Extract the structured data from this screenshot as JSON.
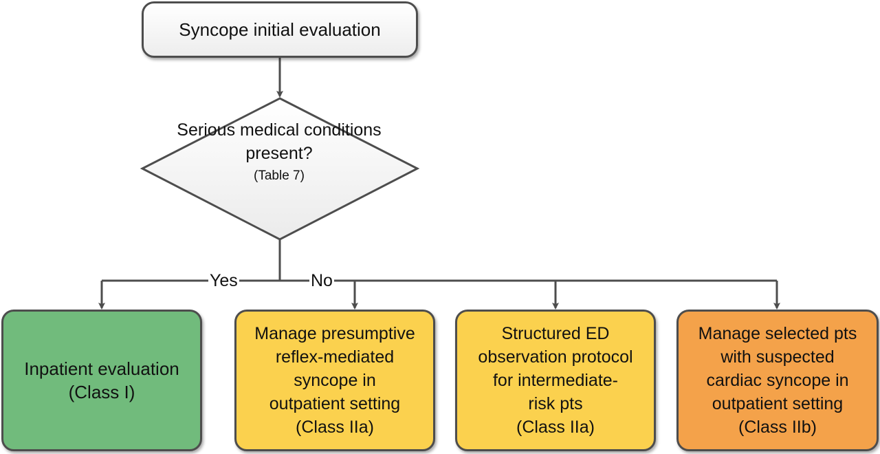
{
  "start": {
    "label": "Syncope initial evaluation"
  },
  "decision": {
    "lines": [
      "Serious",
      "medical conditions",
      "present?"
    ],
    "reference": "(Table 7)"
  },
  "branches": {
    "yes": "Yes",
    "no": "No"
  },
  "outcomes": [
    {
      "lines": [
        "Inpatient evaluation",
        "(Class I)"
      ],
      "color": "#71bb7c"
    },
    {
      "lines": [
        "Manage presumptive",
        "reflex-mediated",
        "syncope in",
        "outpatient setting",
        "(Class IIa)"
      ],
      "color": "#fbd14e"
    },
    {
      "lines": [
        "Structured ED",
        "observation protocol",
        "for intermediate-",
        "risk pts",
        "(Class IIa)"
      ],
      "color": "#fbd14e"
    },
    {
      "lines": [
        "Manage selected pts",
        "with suspected",
        "cardiac syncope in",
        "outpatient setting",
        "(Class IIb)"
      ],
      "color": "#f4a24a"
    }
  ]
}
